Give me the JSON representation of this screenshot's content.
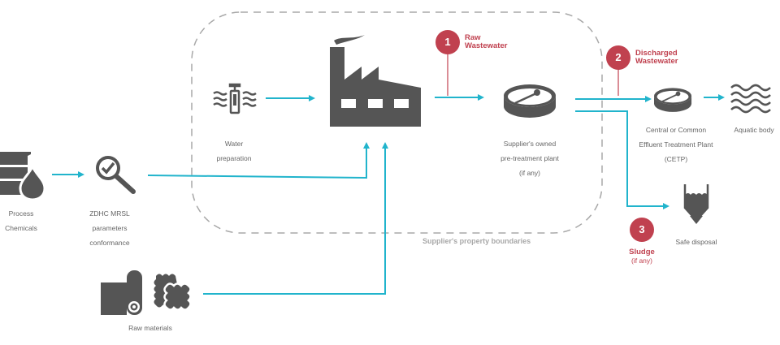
{
  "colors": {
    "flow": "#21b4cc",
    "icon": "#555555",
    "accent": "#c0414f",
    "boundary": "#a8a8a8"
  },
  "boundary_label": "Supplier's property boundaries",
  "nodes": {
    "process_chemicals": {
      "icon": "barrel-drop-icon",
      "lines": [
        "Process",
        "Chemicals"
      ]
    },
    "zdhc": {
      "icon": "magnifier-check-icon",
      "lines": [
        "ZDHC MRSL",
        "parameters",
        "conformance"
      ]
    },
    "water_prep": {
      "icon": "water-intake-icon",
      "lines": [
        "Water",
        "preparation"
      ]
    },
    "factory": {
      "icon": "factory-icon"
    },
    "pretreatment": {
      "icon": "treatment-tank-icon",
      "lines": [
        "Supplier's owned",
        "pre-treatment plant",
        "(if any)"
      ]
    },
    "cetp": {
      "icon": "treatment-tank-icon",
      "lines": [
        "Central or Common",
        "Effluent Treatment Plant",
        "(CETP)"
      ]
    },
    "aquatic": {
      "icon": "waves-icon",
      "lines": [
        "Aquatic body"
      ]
    },
    "safe_disposal": {
      "icon": "disposal-hopper-icon",
      "lines": [
        "Safe disposal"
      ]
    },
    "raw_materials": {
      "icon": "fabric-roll-icon",
      "lines": [
        "Raw materials"
      ]
    }
  },
  "checkpoints": [
    {
      "number": "1",
      "title_lines": [
        "Raw",
        "Wastewater"
      ],
      "sub": ""
    },
    {
      "number": "2",
      "title_lines": [
        "Discharged",
        "Wastewater"
      ],
      "sub": ""
    },
    {
      "number": "3",
      "title_lines": [
        "Sludge"
      ],
      "sub": "(if any)"
    }
  ]
}
